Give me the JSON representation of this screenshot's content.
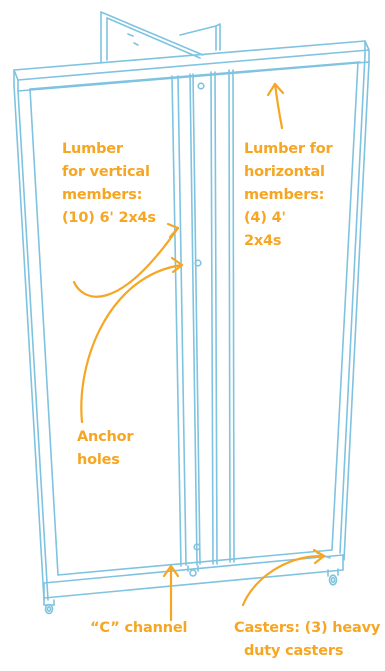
{
  "colors": {
    "outline": "#7fc3e0",
    "annotation": "#f6a623",
    "background": "#ffffff"
  },
  "labels": {
    "vertical_lumber": [
      "Lumber",
      "for vertical",
      "members:",
      "(10) 6' 2x4s"
    ],
    "horizontal_lumber": [
      "Lumber for",
      "horizontal",
      "members:",
      "(4) 4'",
      "2x4s"
    ],
    "anchor_holes": [
      "Anchor",
      "holes"
    ],
    "c_channel": "“C” channel",
    "casters": [
      "Casters: (3) heavy",
      "duty casters"
    ]
  }
}
